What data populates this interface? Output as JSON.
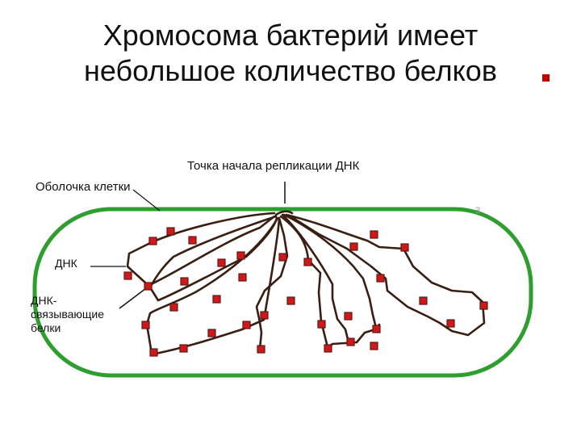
{
  "slide": {
    "title_line1": "Хромосома бактерий имеет",
    "title_line2": "небольшое количество белков"
  },
  "labels": {
    "origin": "Точка начала репликации ДНК",
    "cell_wall": "Оболочка клетки",
    "dna": "ДНК",
    "proteins_line1": "ДНК-",
    "proteins_line2": "связывающие",
    "proteins_line3": "белки",
    "corner_mark": "3"
  },
  "colors": {
    "cell_wall": "#2e9e2e",
    "dna_strand": "#3a1e12",
    "protein": "#d01818",
    "protein_outline": "#5a1a1a",
    "bullet": "#c00000"
  }
}
